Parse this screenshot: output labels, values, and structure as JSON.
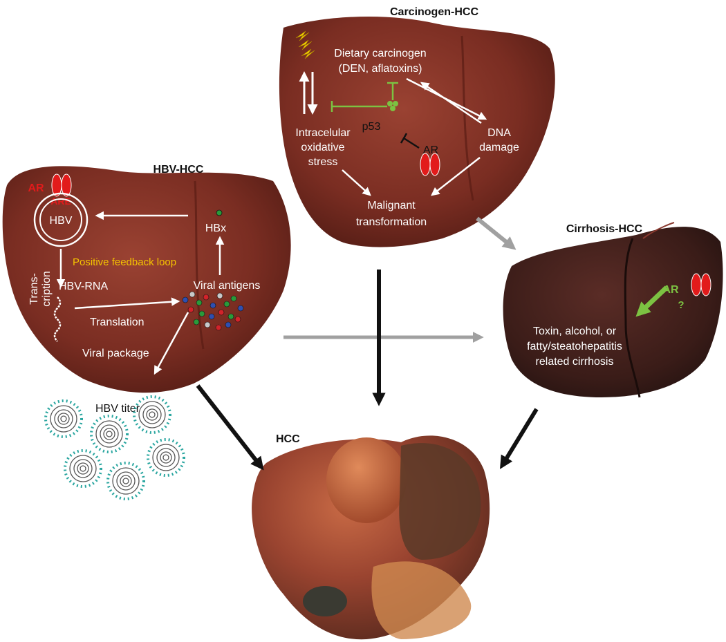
{
  "panels": {
    "carcinogen": {
      "title": "Carcinogen-HCC",
      "dietary": [
        "Dietary carcinogen",
        "(DEN, aflatoxins)"
      ],
      "p53": "p53",
      "ar": "AR",
      "oxidative": [
        "Intracelular",
        "oxidative",
        "stress"
      ],
      "dna": [
        "DNA",
        "damage"
      ],
      "malignant": [
        "Malignant",
        "transformation"
      ]
    },
    "hbv": {
      "title": "HBV-HCC",
      "ar": "AR",
      "are": "ARE",
      "hbv": "HBV",
      "hbx": "HBx",
      "transcription": [
        "Trans-",
        "cription"
      ],
      "feedback": "Positive feedback loop",
      "hbv_rna": "HBV-RNA",
      "viral_antigens": "Viral antigens",
      "translation": "Translation",
      "viral_package": "Viral package",
      "titer": "HBV titer"
    },
    "cirrhosis": {
      "title": "Cirrhosis-HCC",
      "ar": "AR",
      "question": "?",
      "cause": [
        "Toxin, alcohol, or",
        "fatty/steatohepatitis",
        "related cirrhosis"
      ]
    },
    "hcc": {
      "title": "HCC"
    }
  },
  "colors": {
    "liver": "#7a2d22",
    "cirrhotic_liver": "#3a1c18",
    "ar_receptor": "#e21b1b",
    "inhibition_green": "#7cc242",
    "feedback_yellow": "#f5c400",
    "arrow_gray": "#a0a0a0",
    "arrow_black": "#111111"
  }
}
